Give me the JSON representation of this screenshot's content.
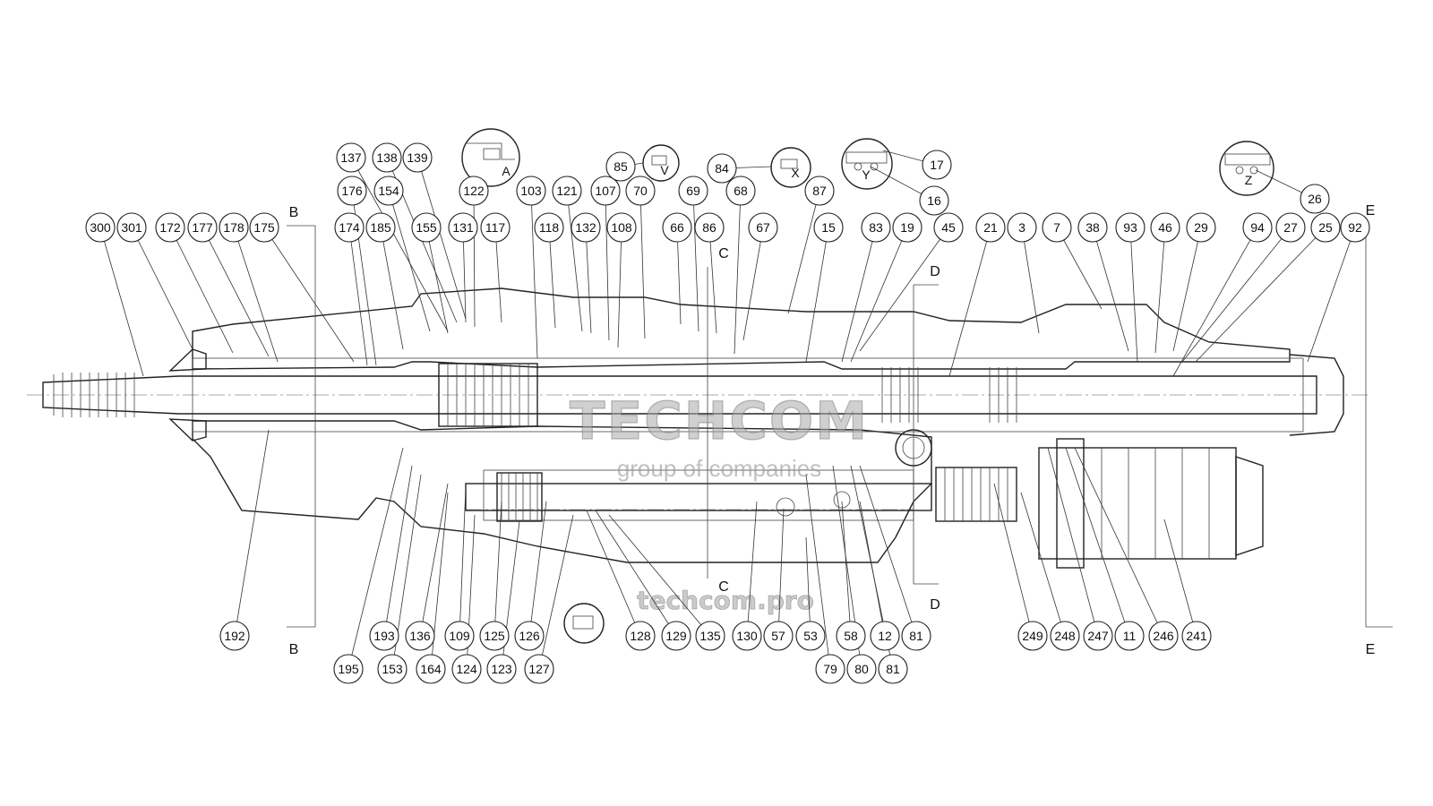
{
  "watermark": {
    "brand": "TECHCOM",
    "tagline": "group of companies",
    "url": "techcom.pro"
  },
  "section_marks": [
    "B",
    "B",
    "C",
    "C",
    "D",
    "D",
    "E",
    "E"
  ],
  "detail_marks": [
    "A",
    "V",
    "X",
    "Y",
    "Z"
  ],
  "balloons_top": [
    "300",
    "301",
    "172",
    "177",
    "178",
    "175",
    "174",
    "185",
    "155",
    "131",
    "117",
    "118",
    "132",
    "108",
    "66",
    "86",
    "67",
    "15",
    "83",
    "19",
    "45",
    "21",
    "3",
    "7",
    "38",
    "93",
    "46",
    "29",
    "94",
    "27",
    "25",
    "92"
  ],
  "balloons_top_mid": [
    "176",
    "154",
    "122",
    "103",
    "121",
    "107",
    "70",
    "69",
    "68",
    "87"
  ],
  "balloons_upper": [
    "137",
    "138",
    "139",
    "85",
    "84",
    "17",
    "16",
    "26"
  ],
  "balloons_bottom": [
    "192",
    "193",
    "136",
    "109",
    "125",
    "126",
    "128",
    "129",
    "135",
    "130",
    "57",
    "53",
    "58",
    "12",
    "81",
    "249",
    "248",
    "247",
    "11",
    "246",
    "241"
  ],
  "balloons_bottom_low": [
    "195",
    "153",
    "164",
    "124",
    "123",
    "127",
    "79",
    "80",
    "81"
  ]
}
